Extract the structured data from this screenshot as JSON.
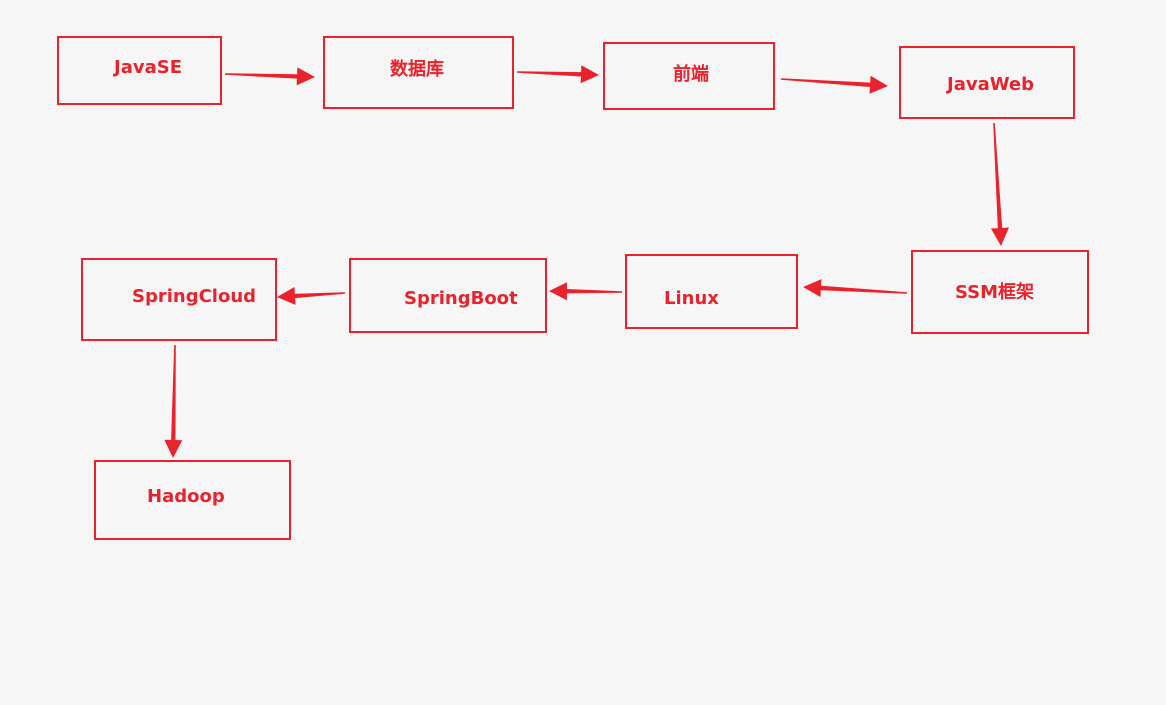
{
  "diagram": {
    "colors": {
      "accent": "#e8232d",
      "background": "#f7f6f7"
    },
    "nodes": [
      {
        "id": "javase",
        "label": "JavaSE"
      },
      {
        "id": "database",
        "label": "数据库"
      },
      {
        "id": "frontend",
        "label": "前端"
      },
      {
        "id": "javaweb",
        "label": "JavaWeb"
      },
      {
        "id": "ssm",
        "label": "SSM框架"
      },
      {
        "id": "linux",
        "label": "Linux"
      },
      {
        "id": "springboot",
        "label": "SpringBoot"
      },
      {
        "id": "springcloud",
        "label": "SpringCloud"
      },
      {
        "id": "hadoop",
        "label": "Hadoop"
      }
    ],
    "edges": [
      {
        "from": "javase",
        "to": "database"
      },
      {
        "from": "database",
        "to": "frontend"
      },
      {
        "from": "frontend",
        "to": "javaweb"
      },
      {
        "from": "javaweb",
        "to": "ssm"
      },
      {
        "from": "ssm",
        "to": "linux"
      },
      {
        "from": "linux",
        "to": "springboot"
      },
      {
        "from": "springboot",
        "to": "springcloud"
      },
      {
        "from": "springcloud",
        "to": "hadoop"
      }
    ]
  }
}
